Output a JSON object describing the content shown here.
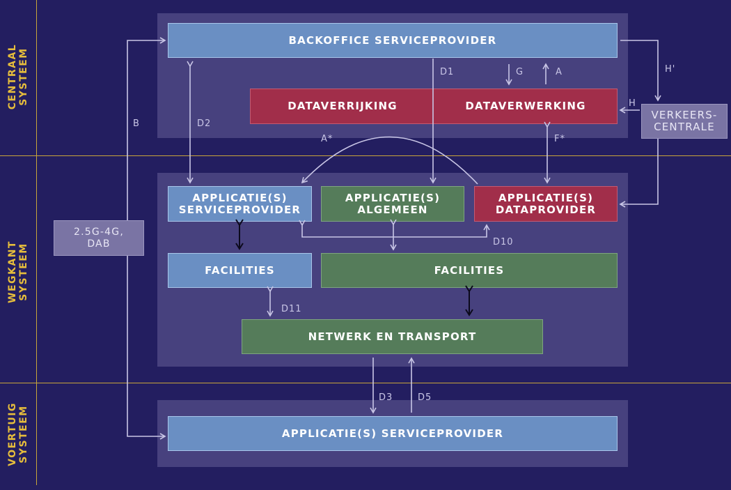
{
  "sections": {
    "centraal": "CENTRAAL\nSYSTEEM",
    "wegkant": "WEGKANT\nSYSTEEM",
    "voertuig": "VOERTUIG\nSYSTEEM"
  },
  "boxes": {
    "backoffice": "BACKOFFICE SERVICEPROVIDER",
    "dataverrijking": "DATAVERRIJKING",
    "dataverwerking": "DATAVERWERKING",
    "verkeerscentrale": "VERKEERS-\nCENTRALE",
    "app_serviceprovider": "APPLICATIE(S)\nSERVICEPROVIDER",
    "app_algemeen": "APPLICATIE(S)\nALGEMEEN",
    "app_dataprovider": "APPLICATIE(S)\nDATAPROVIDER",
    "dab": "2.5G-4G,\nDAB",
    "facilities_left": "FACILITIES",
    "facilities_right": "FACILITIES",
    "netwerk": "NETWERK EN TRANSPORT",
    "voertuig_app": "APPLICATIE(S) SERVICEPROVIDER"
  },
  "labels": {
    "b": "B",
    "d1": "D1",
    "d2": "D2",
    "g": "G",
    "a": "A",
    "h_prime": "H'",
    "h": "H",
    "a_star": "A*",
    "f_star": "F*",
    "d10": "D10",
    "d11": "D11",
    "d3": "D3",
    "d5": "D5"
  },
  "colors": {
    "background": "#231e60",
    "panel": "#47417e",
    "blue_box": "#6a8fc3",
    "red_box": "#a12e4a",
    "green_box": "#557c5a",
    "grey_box": "#7a74a4",
    "divider": "#c9a63a",
    "section_text": "#e6bd3c",
    "arrow": "#c9c6e6"
  }
}
